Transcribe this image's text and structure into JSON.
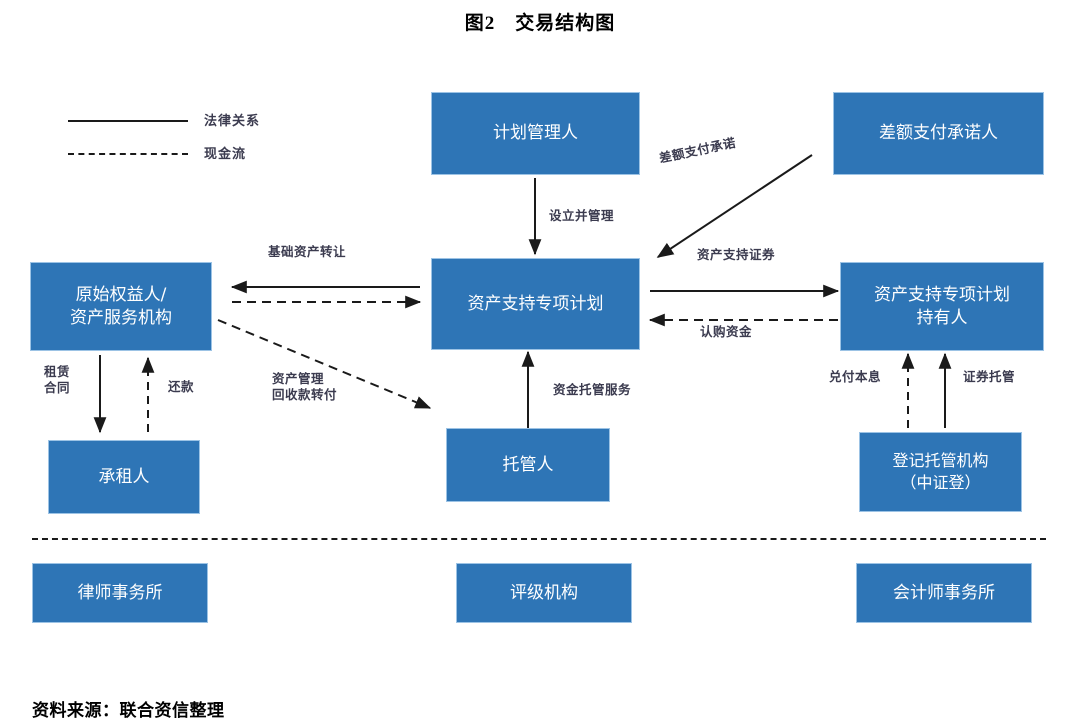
{
  "title": "图2　交易结构图",
  "legend": {
    "items": [
      {
        "style": "solid",
        "label": "法律关系"
      },
      {
        "style": "dashed",
        "label": "现金流"
      }
    ]
  },
  "boxes": {
    "plan_manager": "计划管理人",
    "difference_payment_promisor": "差额支付承诺人",
    "originator": "原始权益人/\n资产服务机构",
    "special_plan": "资产支持专项计划",
    "plan_holder": "资产支持专项计划\n持有人",
    "lessee": "承租人",
    "custodian": "托管人",
    "registration_institution": "登记托管机构\n（中证登）",
    "law_firm": "律师事务所",
    "rating_agency": "评级机构",
    "accounting_firm": "会计师事务所"
  },
  "edge_labels": {
    "asset_transfer": "基础资产转让",
    "establish_manage": "设立并管理",
    "difference_payment_promise": "差额支付承诺",
    "abs_securities": "资产支持证券",
    "subscription_funds": "认购资金",
    "lease_contract": "租赁\n合同",
    "repayment": "还款",
    "asset_mgmt_transfer": "资产管理\n回收款转付",
    "fund_custody_service": "资金托管服务",
    "pay_principal_interest": "兑付本息",
    "securities_custody": "证券托管"
  },
  "source": "资料来源：联合资信整理",
  "colors": {
    "box_fill": "#2E75B6",
    "box_border": "#9CC3E5",
    "line": "#1a1a1a",
    "label_text": "#3b3b4f"
  }
}
